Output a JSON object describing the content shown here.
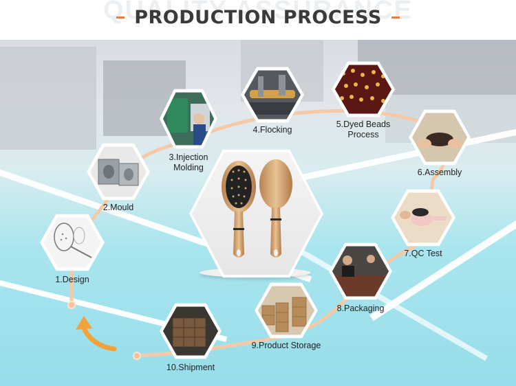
{
  "header": {
    "watermark": "QUALITY ASSURANCE",
    "title": "PRODUCTION PROCESS",
    "accent_color": "#e87b3e"
  },
  "steps": [
    {
      "label": "1.Design",
      "icon": "brush-sketch-image"
    },
    {
      "label": "2.Mould",
      "icon": "mould-image"
    },
    {
      "label": "3.Injection\nMolding",
      "label_line1": "3.Injection",
      "label_line2": "Molding",
      "icon": "injection-machine-image"
    },
    {
      "label": "4.Flocking",
      "icon": "flocking-machine-image"
    },
    {
      "label_line1": "5.Dyed Beads",
      "label_line2": "Process",
      "icon": "dyed-beads-image"
    },
    {
      "label": "6.Assembly",
      "icon": "assembly-image"
    },
    {
      "label": "7.QC Test",
      "icon": "qc-test-image"
    },
    {
      "label": "8.Packaging",
      "icon": "packaging-image"
    },
    {
      "label": "9.Product Storage",
      "icon": "storage-boxes-image"
    },
    {
      "label": "10.Shipment",
      "icon": "shipment-pallet-image"
    }
  ],
  "colors": {
    "path": "#f6c9a6",
    "arrow": "#f2a23a",
    "product_gold": "#d9a56e"
  }
}
